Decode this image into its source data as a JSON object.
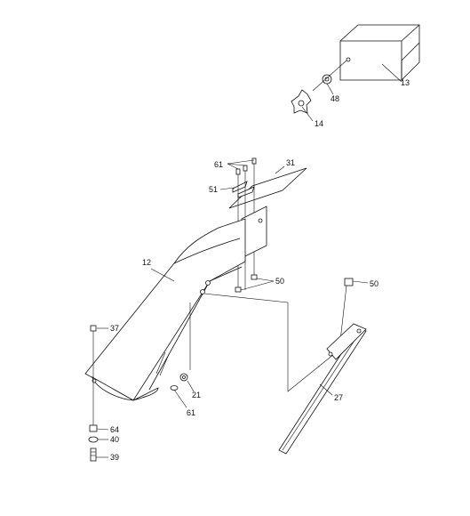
{
  "callouts": [
    {
      "id": "13",
      "text": "13"
    },
    {
      "id": "48",
      "text": "48"
    },
    {
      "id": "14",
      "text": "14"
    },
    {
      "id": "61a",
      "text": "61"
    },
    {
      "id": "31",
      "text": "31"
    },
    {
      "id": "51",
      "text": "51"
    },
    {
      "id": "12",
      "text": "12"
    },
    {
      "id": "50a",
      "text": "50"
    },
    {
      "id": "50b",
      "text": "50"
    },
    {
      "id": "37",
      "text": "37"
    },
    {
      "id": "21",
      "text": "21"
    },
    {
      "id": "61b",
      "text": "61"
    },
    {
      "id": "27",
      "text": "27"
    },
    {
      "id": "64",
      "text": "64"
    },
    {
      "id": "40",
      "text": "40"
    },
    {
      "id": "39",
      "text": "39"
    }
  ]
}
